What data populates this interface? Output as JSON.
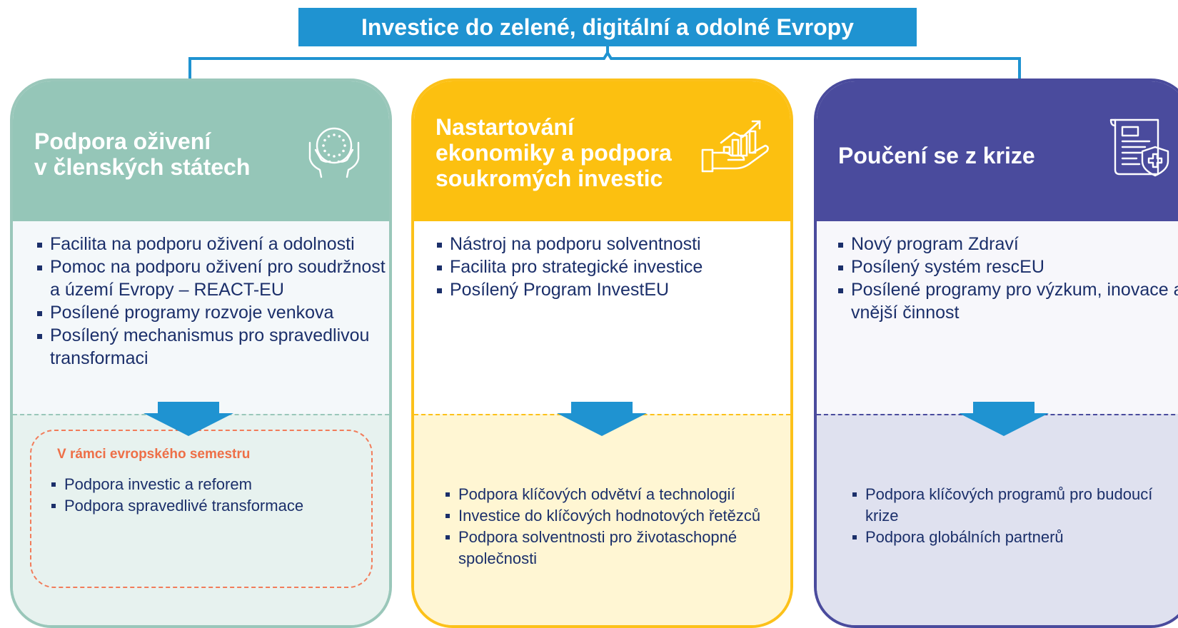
{
  "title": "Investice do zelené, digitální a odolné Evropy",
  "colors": {
    "title_bg": "#1f93d1",
    "arrow": "#1f93d1",
    "column_a": "#95c6b8",
    "column_b": "#fcc010",
    "column_c": "#4a4b9d",
    "text": "#1b2f6a",
    "semester_accent": "#ee6f47"
  },
  "columns": [
    {
      "heading": "Podpora oživení\nv členských státech",
      "icon": "hands-eu-stars-icon",
      "items": [
        "Facilita na podporu oživení a odolnosti",
        "Pomoc na podporu oživení pro soudržnost a území Evropy – REACT-EU",
        "Posílené programy rozvoje venkova",
        "Posílený mechanismus pro spravedlivou transformaci"
      ],
      "sub_heading": "V rámci evropského semestru",
      "sub_items": [
        "Podpora investic a reforem",
        "Podpora spravedlivé transformace"
      ]
    },
    {
      "heading": "Nastartování\nekonomiky a podpora\nsoukromých investic",
      "icon": "hand-growth-chart-icon",
      "items": [
        "Nástroj na podporu solventnosti",
        "Facilita pro strategické investice",
        "Posílený Program InvestEU"
      ],
      "sub_items": [
        "Podpora klíčových odvětví a technologií",
        "Investice do klíčových hodnotových řetězců",
        "Podpora solventnosti pro životaschopné společnosti"
      ]
    },
    {
      "heading": "Poučení se z krize",
      "icon": "health-document-shield-icon",
      "items": [
        "Nový program Zdraví",
        "Posílený systém rescEU",
        "Posílené programy pro výzkum, inovace a vnější činnost"
      ],
      "sub_items": [
        "Podpora klíčových programů pro budoucí krize",
        "Podpora globálních partnerů"
      ]
    }
  ]
}
